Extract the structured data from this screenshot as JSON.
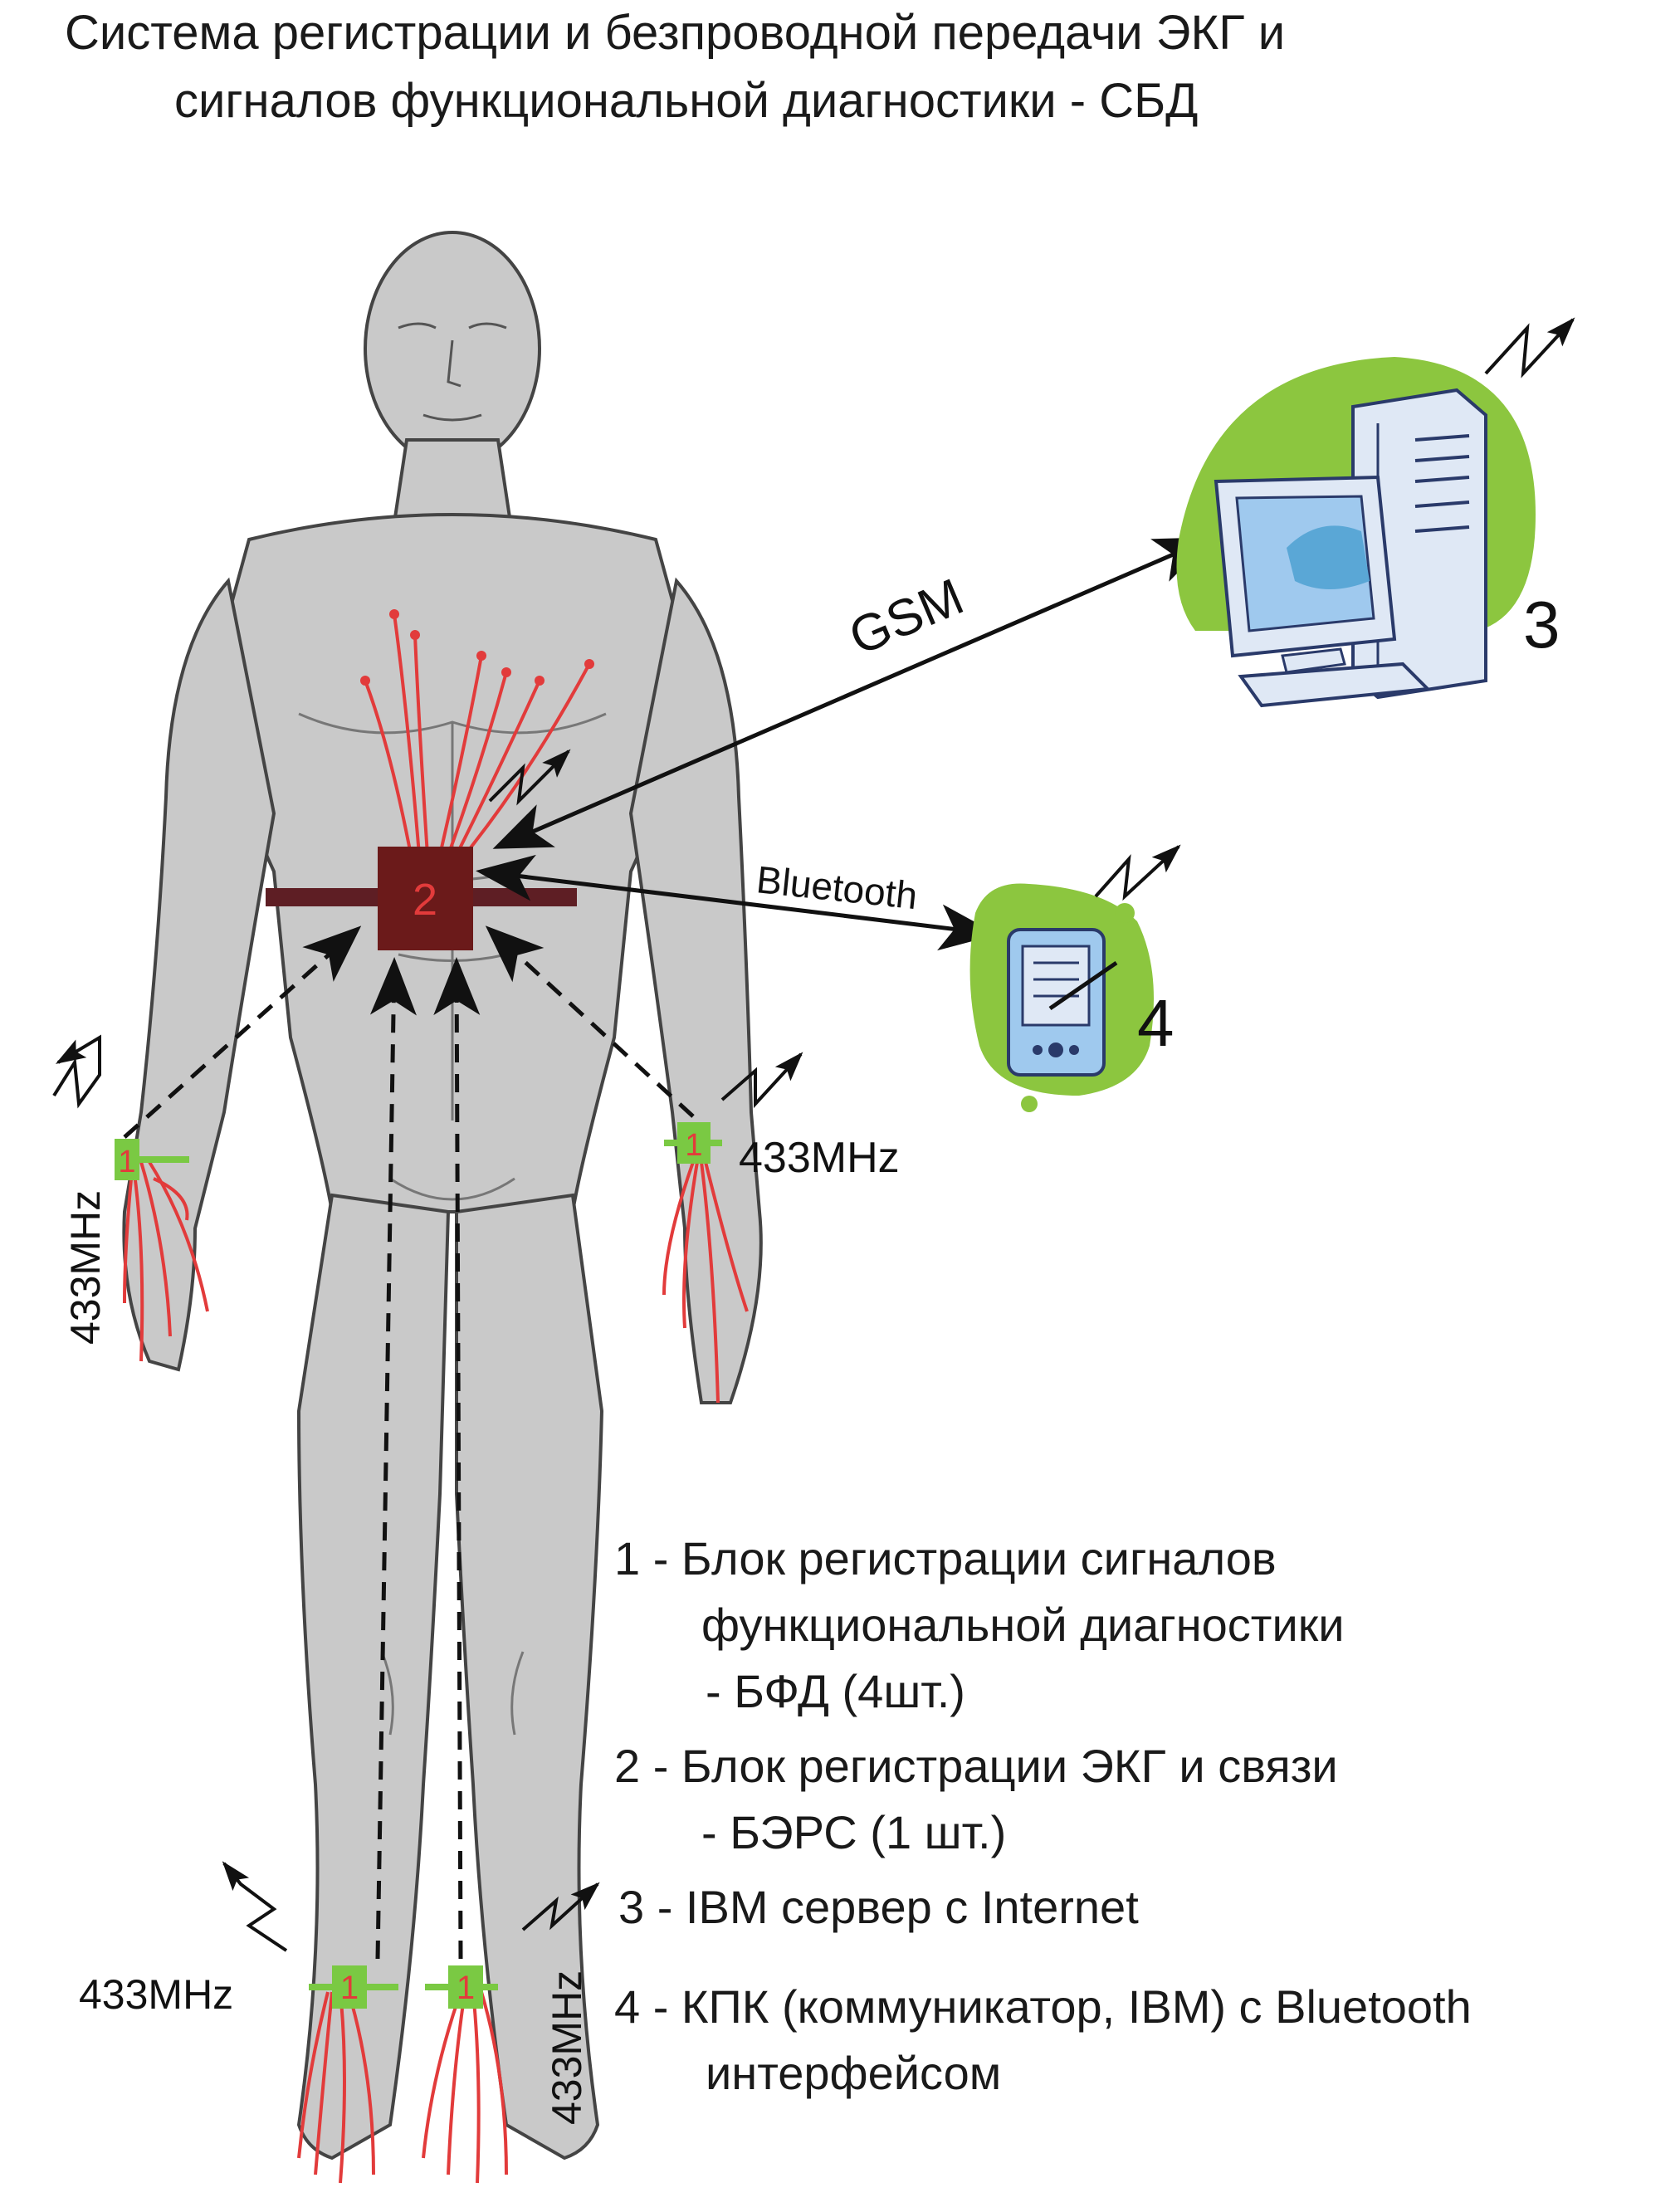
{
  "title": {
    "line1": "Система регистрации и безпроводной передачи ЭКГ и",
    "line2": "сигналов функциональной диагностики - СБД"
  },
  "labels": {
    "gsm": "GSM",
    "bluetooth": "Bluetooth",
    "freq": "433MHz",
    "unit_1": "1",
    "unit_2": "2",
    "unit_3": "3",
    "unit_4": "4"
  },
  "legend": {
    "item1_line1": "1 - Блок регистрации сигналов",
    "item1_line2": "функциональной диагностики",
    "item1_line3": "- БФД (4шт.)",
    "item2_line1": "2 - Блок  регистрации ЭКГ и связи",
    "item2_line2": "- БЭРС (1 шт.)",
    "item3": "3 - IBM сервер с Internet",
    "item4_line1": "4 -  КПК (коммуникатор, IBM) с Bluetooth",
    "item4_line2": "интерфейсом"
  },
  "colors": {
    "body": "#c8c8c8",
    "body_outline": "#4a4a4a",
    "wires": "#e23b3b",
    "ecg_unit": "#6b1a1a",
    "ecg_belt": "#5e1e24",
    "sensor_green": "#7ac943",
    "blob_green": "#8cc63f",
    "monitor_blue": "#9fc9ee",
    "screen_blue": "#5aa7d6"
  },
  "icons": [
    "human-figure",
    "wireless-signal-icon",
    "server-computer-icon",
    "pda-icon",
    "ecg-unit",
    "sensor-unit"
  ]
}
